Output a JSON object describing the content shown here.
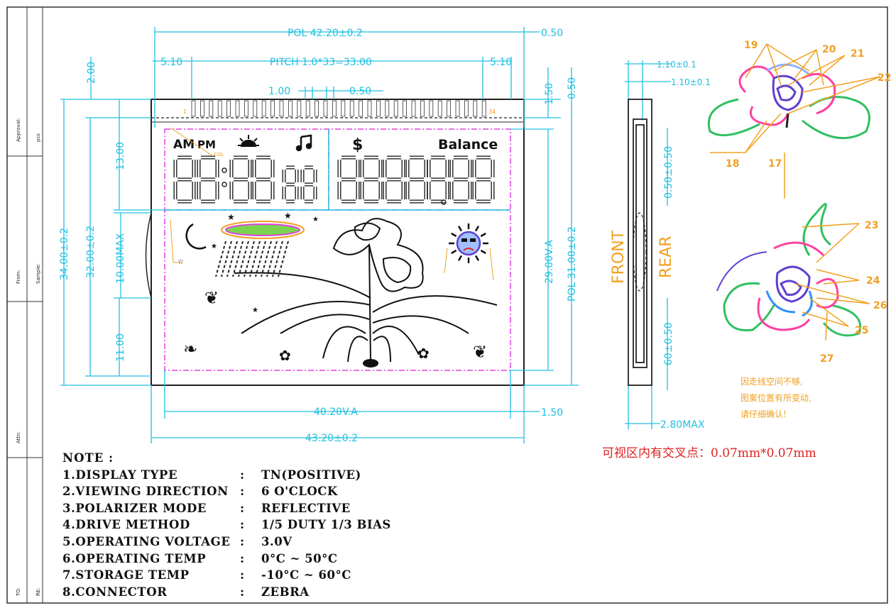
{
  "title_block": {
    "approval_label": "Approval:",
    "approval_value": "pcs",
    "from_label": "From:",
    "sample_label": "Sample:",
    "attn_label": "Attn:",
    "to_label": "TO:",
    "re_label": "RE:"
  },
  "dims": {
    "pol_width": "POL  42.20±0.2",
    "right_offset_top": "0.50",
    "left_pitch_offset": "5.10",
    "pitch": "PITCH 1.0*33=33.00",
    "right_pitch_offset": "5.10",
    "pin_width": "1.00",
    "pin_gap": "0.50",
    "top_offset": "2.00",
    "right_v_150": "1.50",
    "right_v_050": "0.50",
    "h_total": "34.00±0.2",
    "h_glass": "32.00±0.2",
    "h_13": "13.00",
    "h_10max": "10.00MAX",
    "h_11": "11.00",
    "va_h": "29.00V.A",
    "pol_h": "POL  31.00±0.2",
    "va_w": "40.20V.A",
    "right_bottom_offset": "1.50",
    "total_w": "43.20±0.2",
    "side_top1": "1.10±0.1",
    "side_top2": "1.10±0.1",
    "side_v1": "0.50±0.50",
    "side_v2": "60±0.50",
    "thickness": "2.80MAX",
    "pin_first": "1",
    "pin_last": "34"
  },
  "lcd": {
    "am": "AM",
    "pm": "PM",
    "col": "COL",
    "balance": "Balance",
    "dollar": "$"
  },
  "side_view": {
    "front": "FRONT",
    "rear": "REAR"
  },
  "callouts": [
    "19",
    "20",
    "21",
    "22",
    "18",
    "17",
    "23",
    "24",
    "26",
    "25",
    "27"
  ],
  "notes": {
    "heading": "NOTE :",
    "items": [
      {
        "label": "1.DISPLAY  TYPE",
        "value": "TN(POSITIVE)"
      },
      {
        "label": "2.VIEWING  DIRECTION",
        "value": "6  O'CLOCK"
      },
      {
        "label": "3.POLARIZER  MODE",
        "value": "REFLECTIVE"
      },
      {
        "label": "4.DRIVE  METHOD",
        "value": "1/5  DUTY  1/3  BIAS"
      },
      {
        "label": "5.OPERATING  VOLTAGE",
        "value": "3.0V"
      },
      {
        "label": "6.OPERATING  TEMP",
        "value": "0°C  ~  50°C"
      },
      {
        "label": "7.STORAGE  TEMP",
        "value": "-10°C  ~  60°C"
      },
      {
        "label": "8.CONNECTOR",
        "value": "ZEBRA"
      }
    ],
    "colon": ":"
  },
  "chinese_note": {
    "line1": "因走线空间不够,",
    "line2": "图案位置有所变动,",
    "line3": "请仔细确认!"
  },
  "cross_note": "可视区内有交叉点：0.07mm*0.07mm",
  "colors": {
    "dim": "#20c0e0",
    "magenta": "#e040e0",
    "orange": "#f0a020",
    "green": "#30c060",
    "purple": "#6040d0",
    "red": "#e02020"
  }
}
